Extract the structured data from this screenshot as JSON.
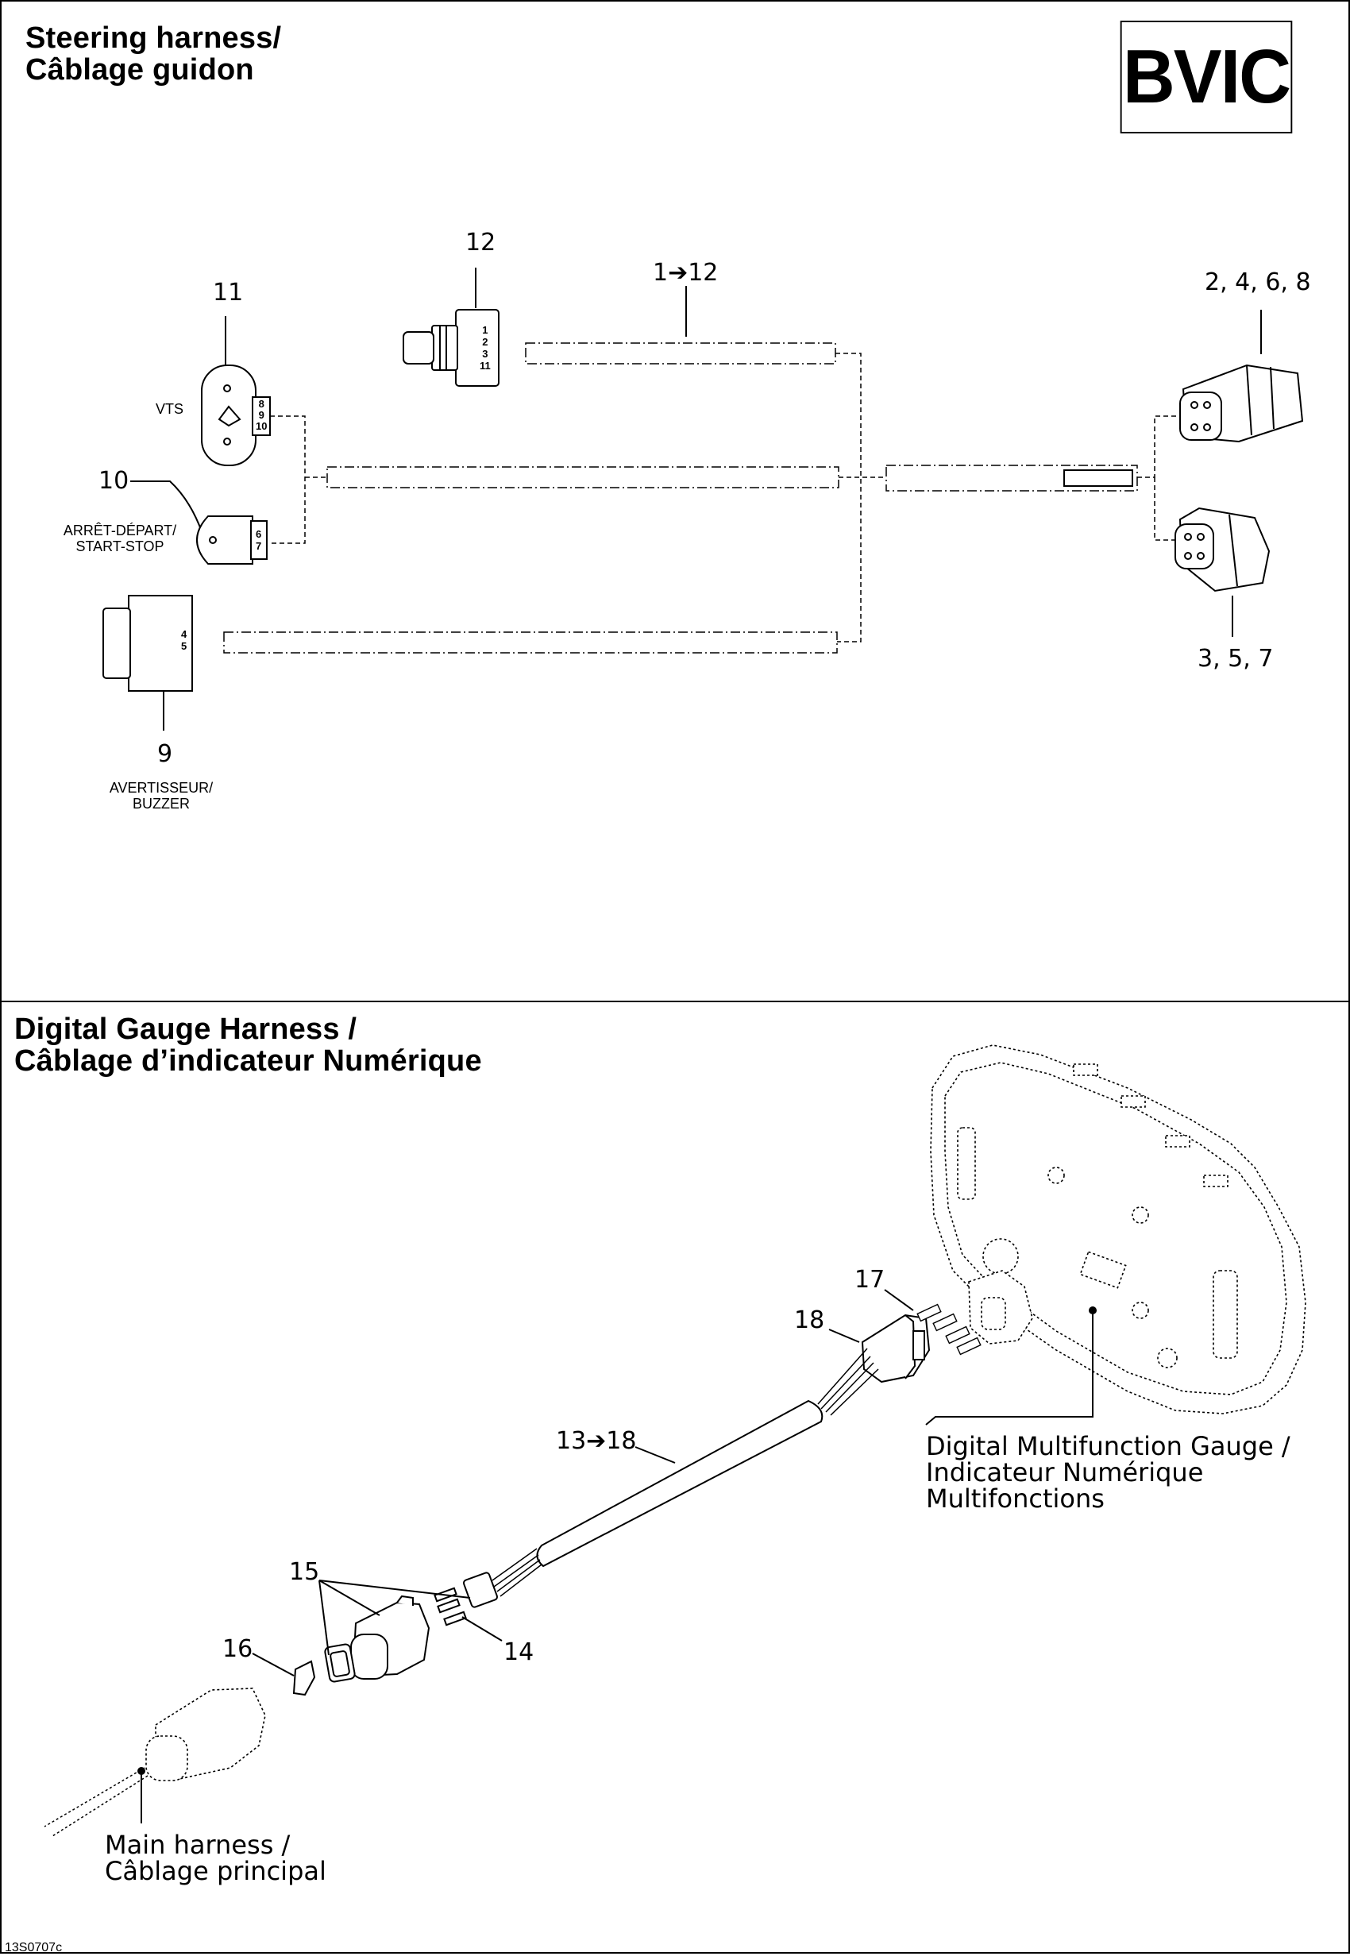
{
  "badge": "BVIC",
  "footer_code": "13S0707c",
  "panel_top": {
    "title_line1": "Steering harness/",
    "title_line2": "Câblage guidon",
    "callouts": {
      "c11": "11",
      "c12": "12",
      "c1to12": "1➔12",
      "c2468": "2, 4, 6, 8",
      "c10": "10",
      "c357": "3, 5, 7",
      "c9": "9"
    },
    "labels": {
      "vts": "VTS",
      "start_stop_1": "ARRÊT-DÉPART/",
      "start_stop_2": "START-STOP",
      "buzzer_1": "AVERTISSEUR/",
      "buzzer_2": "BUZZER"
    },
    "pin_labels": {
      "connector12": [
        "1",
        "2",
        "3",
        "11"
      ],
      "vts": [
        "8",
        "9",
        "10"
      ],
      "start_stop": [
        "6",
        "7"
      ],
      "buzzer": [
        "4",
        "5"
      ]
    }
  },
  "panel_bottom": {
    "title_line1": "Digital Gauge Harness /",
    "title_line2": "Câblage d’indicateur Numérique",
    "callouts": {
      "c17": "17",
      "c18": "18",
      "c13to18": "13➔18",
      "c15": "15",
      "c16": "16",
      "c14": "14"
    },
    "gauge_label": [
      "Digital Multifunction Gauge /",
      "Indicateur Numérique",
      "Multifonctions"
    ],
    "main_harness_label": [
      "Main harness /",
      "Câblage principal"
    ]
  }
}
